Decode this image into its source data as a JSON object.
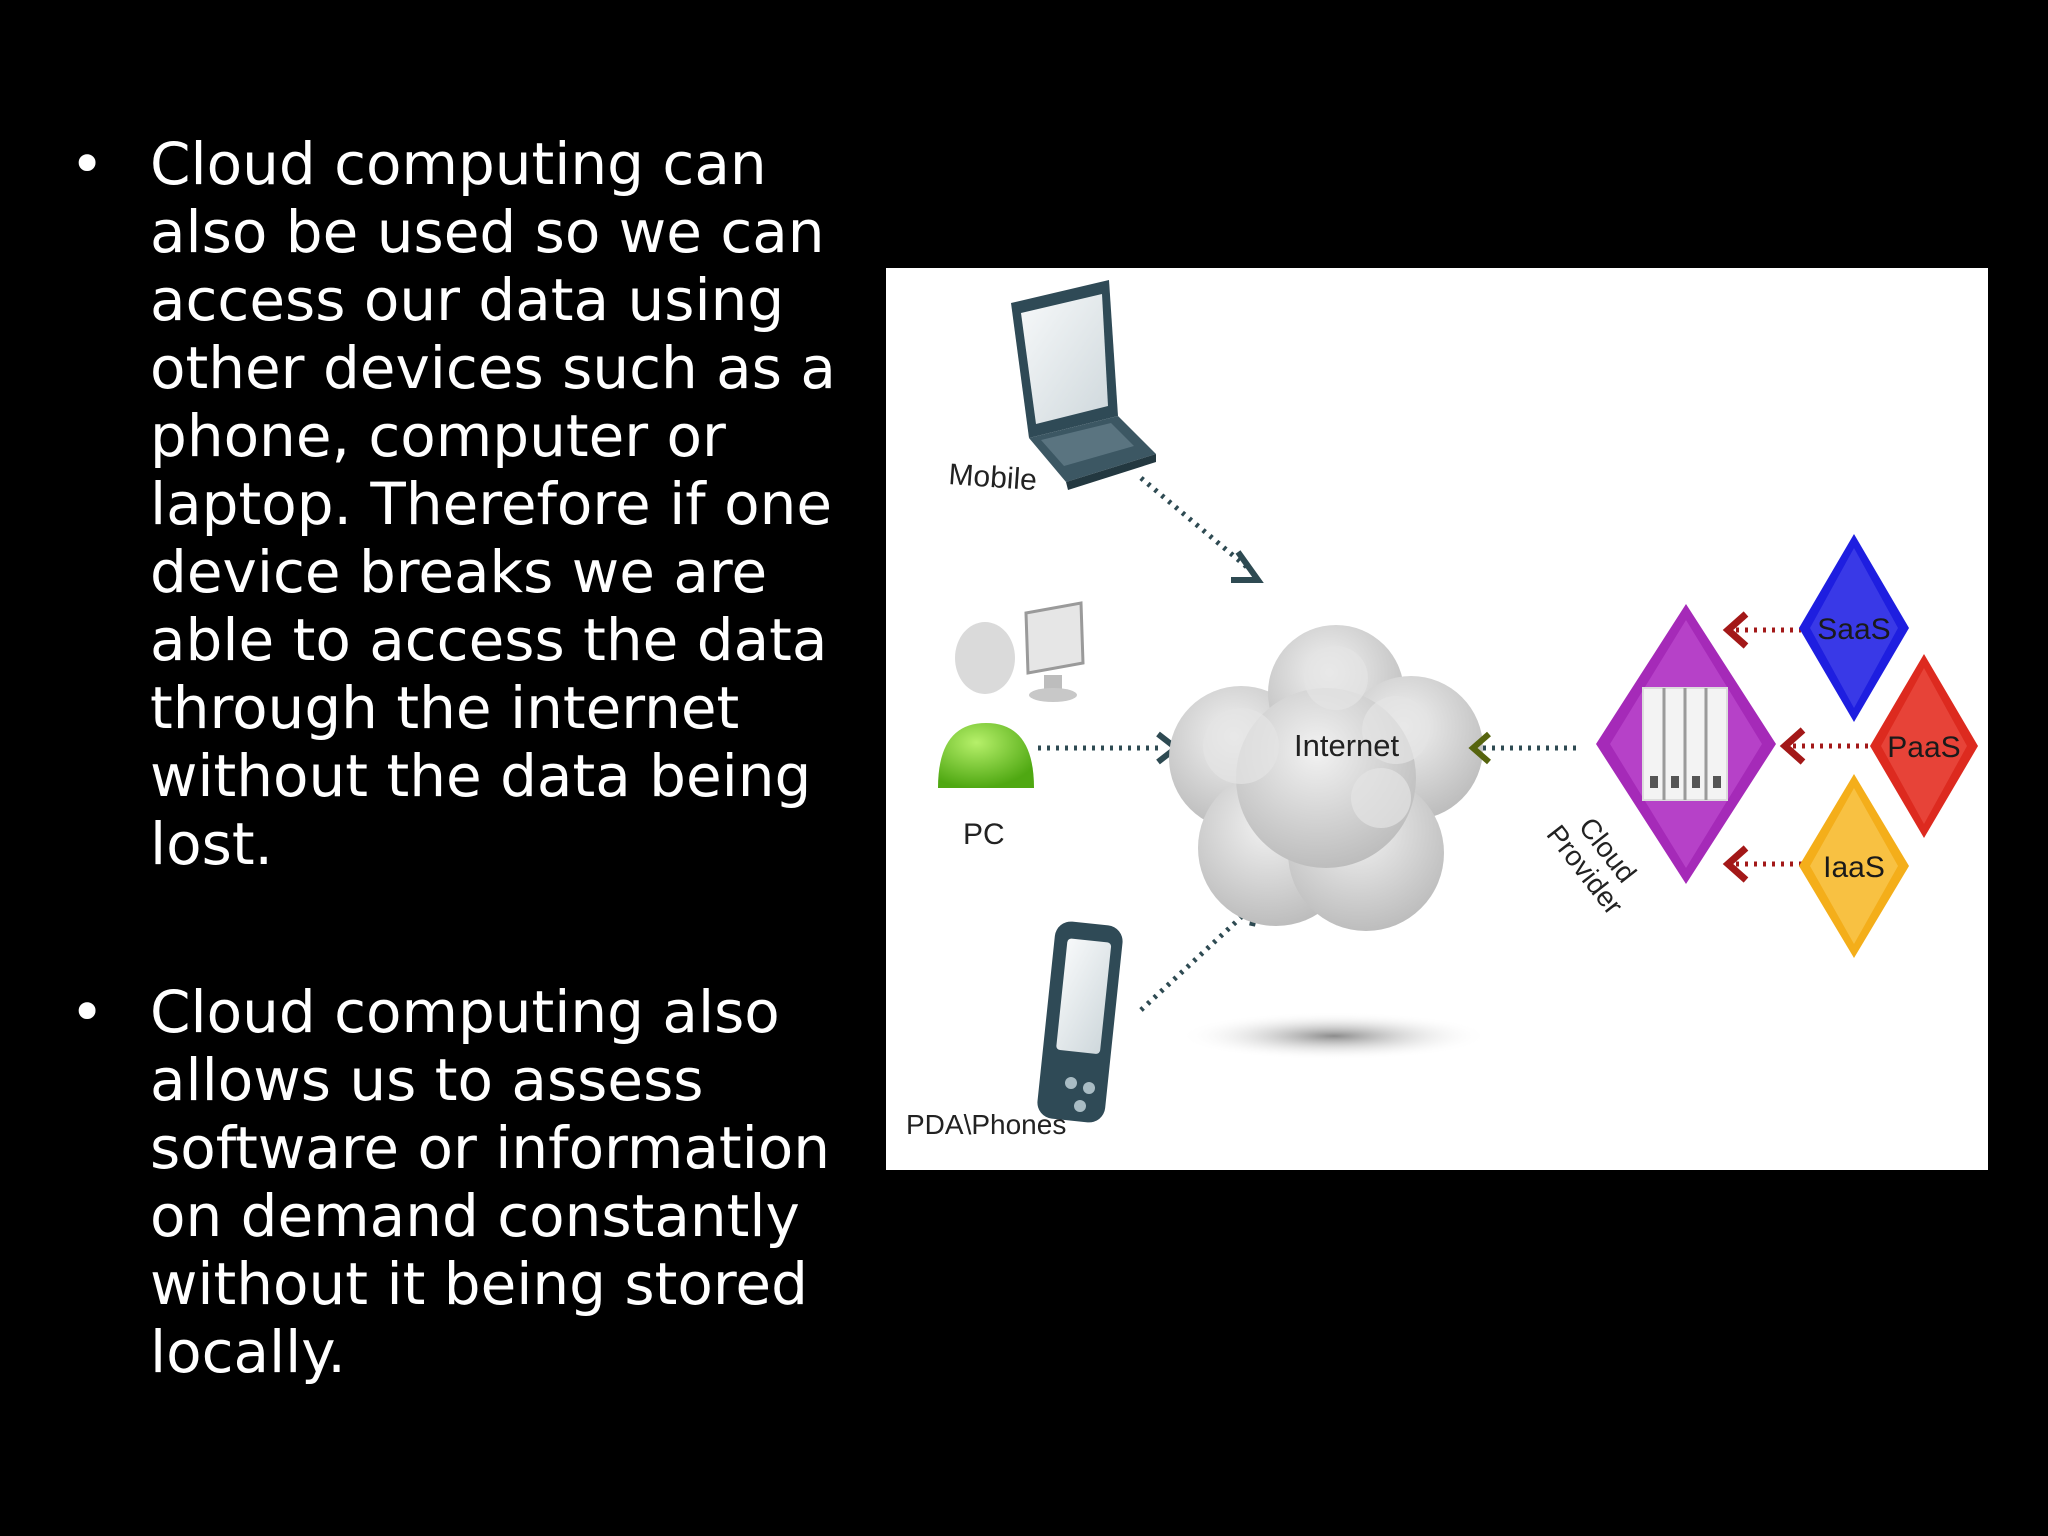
{
  "slide": {
    "bullets": [
      "Cloud computing can also be used so we can access our data using other devices such as a phone, computer or laptop. Therefore if one device breaks we are able to access the data through the internet without the data being lost.",
      "Cloud computing also allows us to assess software or information on demand constantly without it being stored locally."
    ],
    "bullet_glyph": "•"
  },
  "diagram": {
    "mobile_label": "Mobile",
    "pc_label": "PC",
    "pda_label": "PDA\\Phones",
    "internet_label": "Internet",
    "provider_label_line1": "Cloud",
    "provider_label_line2": "Provider",
    "saas_label": "SaaS",
    "paas_label": "PaaS",
    "iaas_label": "IaaS",
    "colors": {
      "cloud": "#c9c9c9",
      "provider": "#a52ab8",
      "saas": "#1e1ee0",
      "paas": "#dd2a1f",
      "iaas": "#f4ae1a",
      "pc_person": "#6fd21a",
      "arrow_dark": "#2e4a52",
      "arrow_red": "#a31818"
    },
    "icons": {
      "mobile": "laptop-icon",
      "pc": "desktop-user-icon",
      "pda": "pda-phone-icon",
      "internet": "cloud-icon",
      "provider": "server-rack-icon"
    }
  }
}
